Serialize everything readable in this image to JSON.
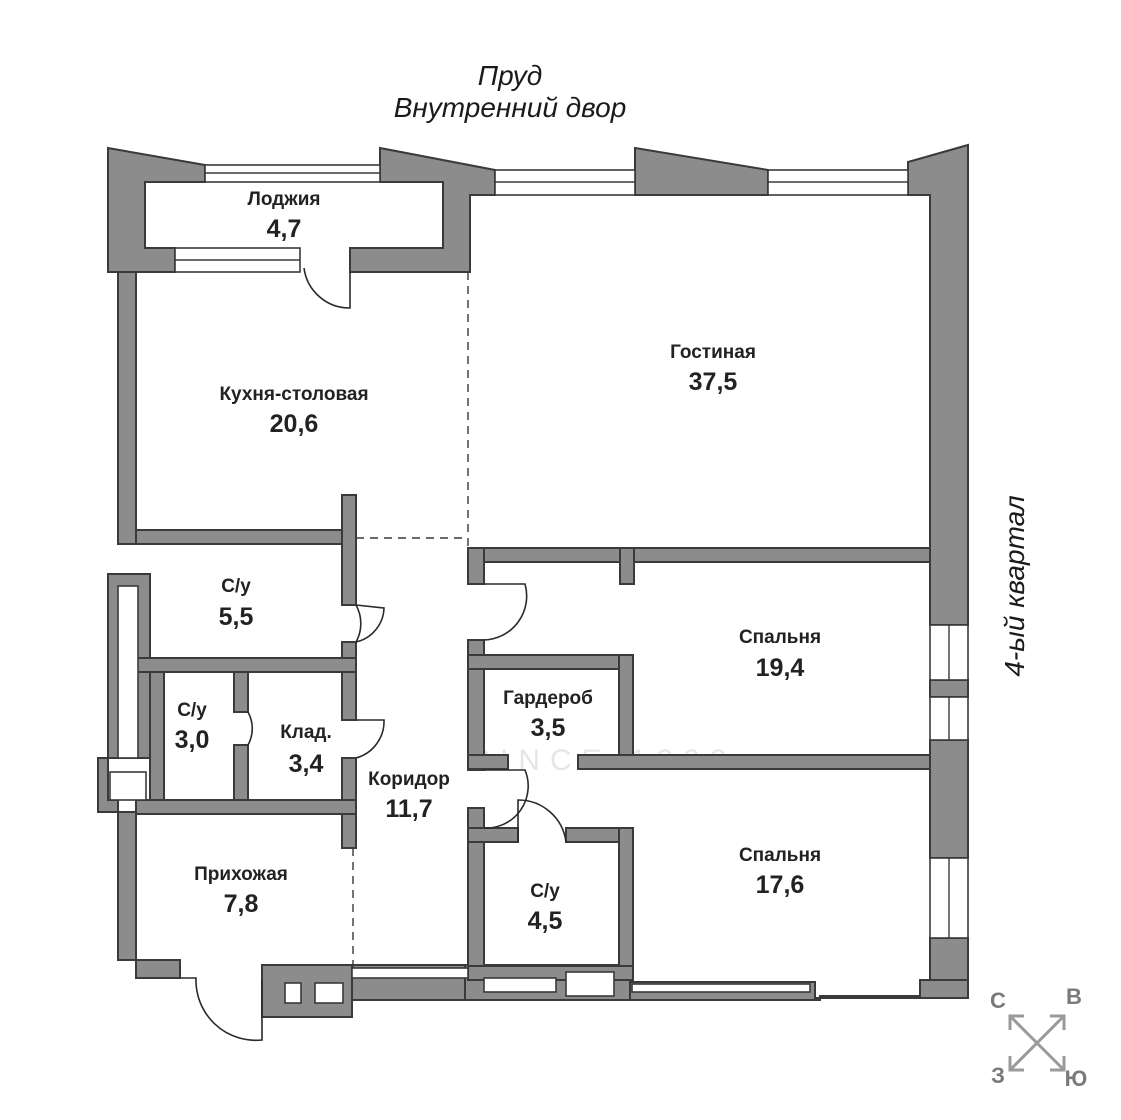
{
  "context_labels": {
    "top_line1": "Пруд",
    "top_line2": "Внутренний двор",
    "right": "4-ый квартал"
  },
  "rooms": {
    "loggia": {
      "name": "Лоджия",
      "area": "4,7"
    },
    "kitchen": {
      "name": "Кухня-столовая",
      "area": "20,6"
    },
    "living": {
      "name": "Гостиная",
      "area": "37,5"
    },
    "bath1": {
      "name": "С/у",
      "area": "5,5"
    },
    "bath2": {
      "name": "С/у",
      "area": "3,0"
    },
    "storage": {
      "name": "Клад.",
      "area": "3,4"
    },
    "corridor": {
      "name": "Коридор",
      "area": "11,7"
    },
    "wardrobe": {
      "name": "Гардероб",
      "area": "3,5"
    },
    "bedroom1": {
      "name": "Спальня",
      "area": "19,4"
    },
    "bedroom2": {
      "name": "Спальня",
      "area": "17,6"
    },
    "bath3": {
      "name": "С/у",
      "area": "4,5"
    },
    "hall": {
      "name": "Прихожая",
      "area": "7,8"
    }
  },
  "compass": {
    "north": "С",
    "east": "В",
    "west": "З",
    "south": "Ю"
  },
  "watermark": "SINCE 1999",
  "colors": {
    "wall": "#8c8c8c",
    "outline": "#3a3a3a"
  }
}
